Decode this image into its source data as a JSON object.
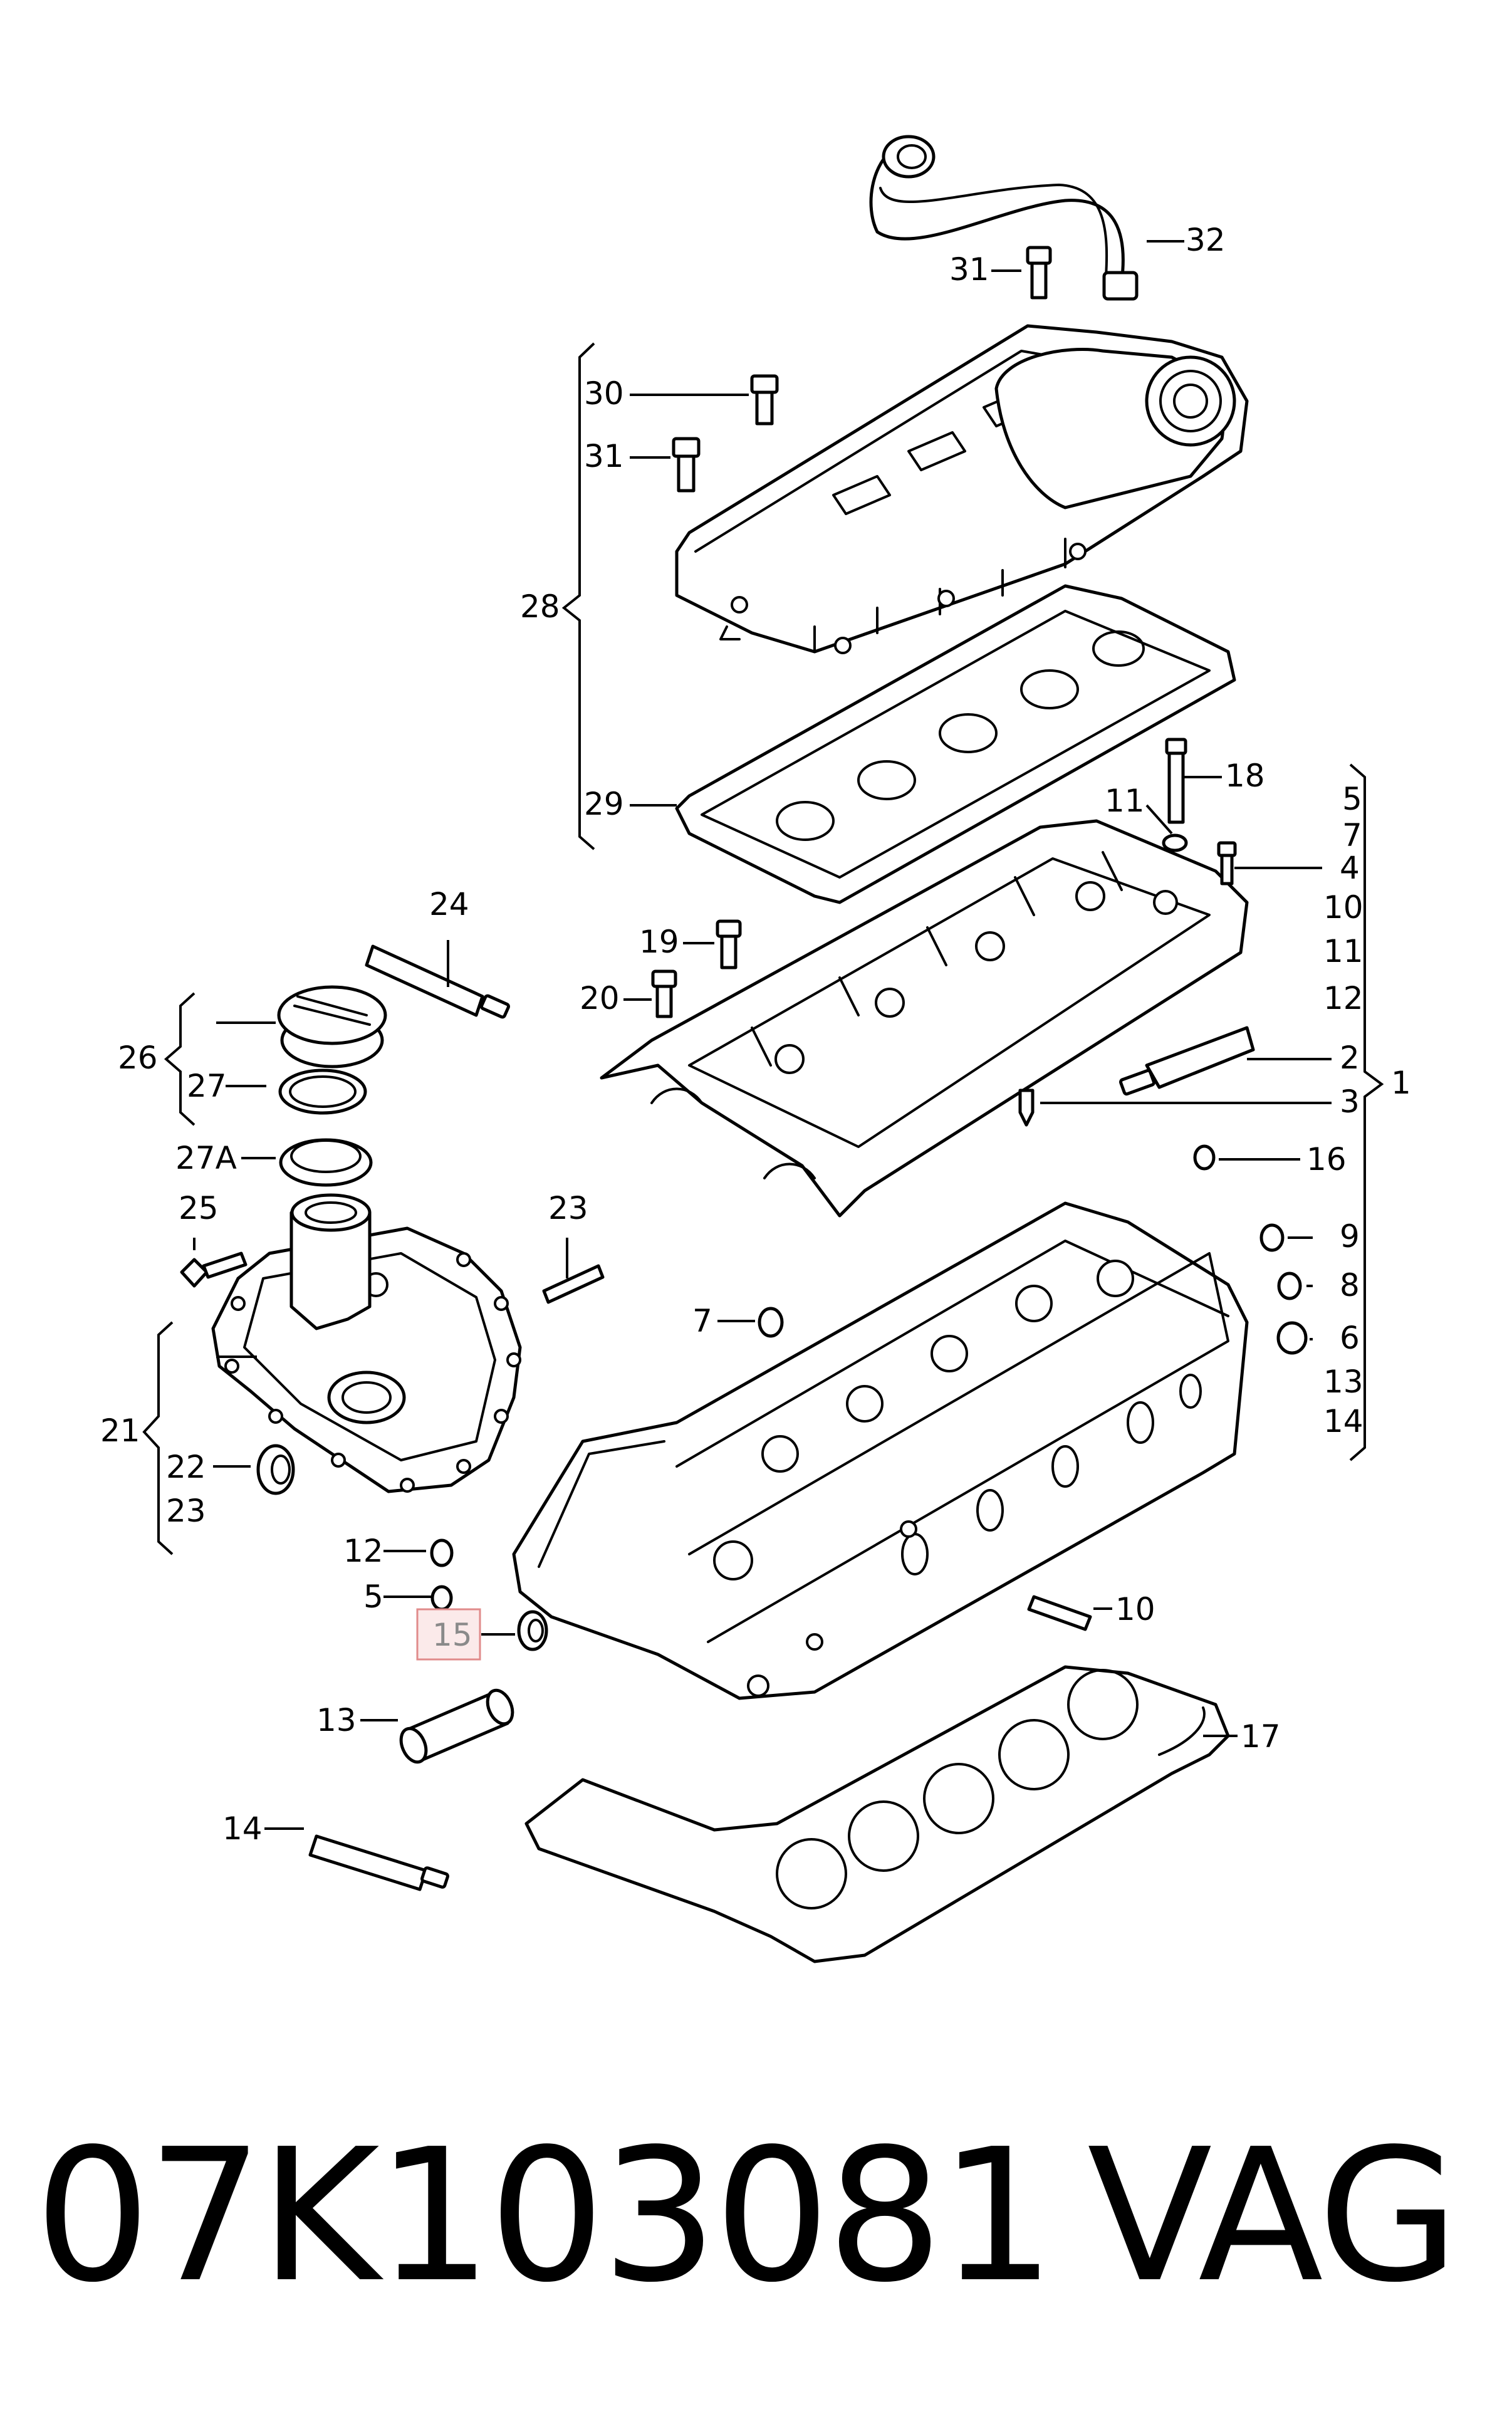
{
  "callouts": {
    "c1": "1",
    "c2": "2",
    "c3": "3",
    "c4": "4",
    "c5a": "5",
    "c5b": "5",
    "c6": "6",
    "c7a": "7",
    "c7b": "7",
    "c8": "8",
    "c9": "9",
    "c10a": "10",
    "c10b": "10",
    "c11a": "11",
    "c11b": "11",
    "c12a": "12",
    "c12b": "12",
    "c13a": "13",
    "c13b": "13",
    "c14a": "14",
    "c14b": "14",
    "c15": "15",
    "c16": "16",
    "c17": "17",
    "c18": "18",
    "c19": "19",
    "c20": "20",
    "c21": "21",
    "c22": "22",
    "c23a": "23",
    "c23b": "23",
    "c24": "24",
    "c25": "25",
    "c26": "26",
    "c27": "27",
    "c27a": "27A",
    "c28": "28",
    "c29": "29",
    "c30": "30",
    "c31a": "31",
    "c31b": "31",
    "c32": "32"
  },
  "highlight": {
    "callout": "15",
    "color": "#e08b8b"
  },
  "footer": {
    "part_number": "07K103081",
    "brand": "VAG"
  }
}
